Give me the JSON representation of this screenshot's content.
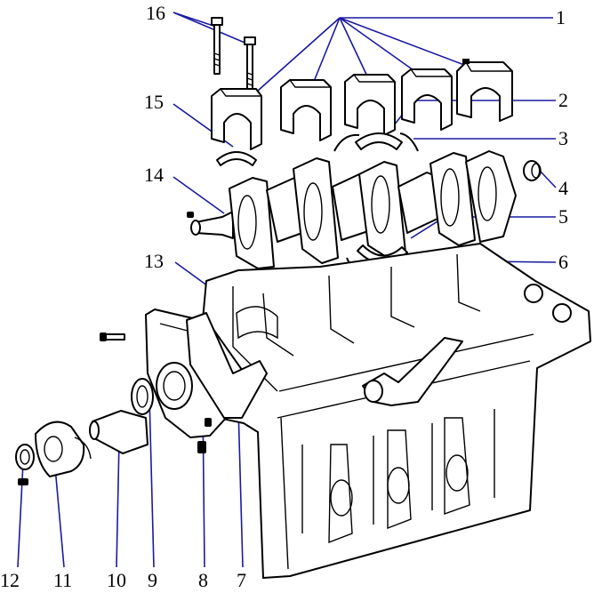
{
  "labels": {
    "n1": "1",
    "n2": "2",
    "n3": "3",
    "n4": "4",
    "n5": "5",
    "n6": "6",
    "n7": "7",
    "n8": "8",
    "n9": "9",
    "n10": "10",
    "n11": "11",
    "n12": "12",
    "n13": "13",
    "n14": "14",
    "n15": "15",
    "n16": "16"
  },
  "colors": {
    "line": "#000000",
    "leader": "#1a1aa0",
    "background": "#ffffff"
  }
}
